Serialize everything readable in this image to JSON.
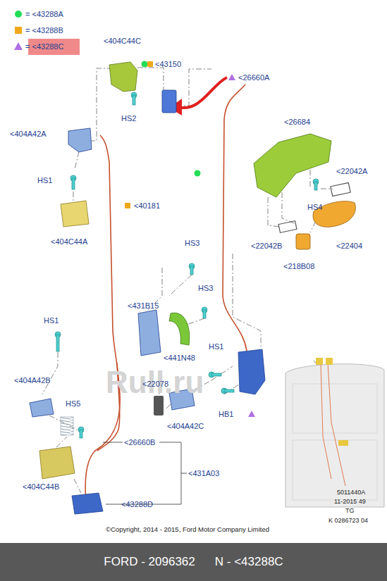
{
  "diagram": {
    "nodes": [
      {
        "text": [
          "FORD - 2096362",
          "N - <43288C"
        ]
      }
    ],
    "labels": [
      "<404C44C",
      "<43150",
      "HS2",
      "<26660A",
      "<404A42A",
      "<26684",
      "HS1",
      "<22042A",
      "<40181",
      "HS4",
      "<404C44A",
      "<22042B",
      "<22404",
      "<218B08",
      "HS3",
      "HS3",
      "<431B15",
      "HS1",
      "<441N48",
      "HS1",
      "<22078",
      "<404A42B",
      "HS5",
      "HB1",
      "<404A42C",
      "<26660B",
      "<431A03",
      "<404C44B",
      "<43288D",
      "Rull.ru",
      "©Copyright, 2014 - 2015, Ford Motor Company Limited",
      "5011440A",
      "11-2015 49",
      "TG",
      "K 0286723 04"
    ],
    "legend": [
      {
        "text": "= <43288A",
        "color": "#22dd55"
      },
      {
        "text": "= <43288B",
        "color": "#f0a81a"
      },
      {
        "text": "= <43288C"
      }
    ]
  }
}
